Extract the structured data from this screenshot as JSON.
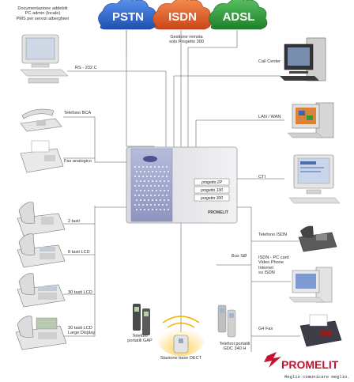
{
  "clouds": [
    {
      "id": "pstn",
      "label": "PSTN",
      "color": "#2f6fd0"
    },
    {
      "id": "isdn",
      "label": "ISDN",
      "color": "#e8642a"
    },
    {
      "id": "adsl",
      "label": "ADSL",
      "color": "#2f9e3a"
    }
  ],
  "labels": {
    "admin_pc": [
      "Documentazione addebiti",
      "PC admin (locale)",
      "PMS per servizi alberghieri"
    ],
    "rs232": "RS - 232 C",
    "remote": [
      "Gestione remota",
      "solo Progetto 300"
    ],
    "call_center": "Call Center",
    "lan_wan": "LAN / WAN",
    "telefono_bca": "Telefono BCA",
    "fax_analogico": "Fax analogico",
    "cti": "CTI",
    "due_tasti": "2 tasti",
    "otto_tasti": "8 tasti LCD",
    "trenta_tasti": "30 tasti LCD",
    "trenta_tasti_large": [
      "30 tasti LCD",
      "Large Display"
    ],
    "telefono_isdn": "Telefono ISDN",
    "bus": "Bus SØ",
    "isdn_pc_card": [
      "ISDN - PC card",
      "Video Phone",
      "Internet",
      "su ISDN"
    ],
    "g4_fax": "G4 Fax",
    "telefoni_gap": [
      "Telefoni",
      "portatili GAP"
    ],
    "stazione_dect": "Stazione base DECT",
    "telefoni_gdc": [
      "Telefoni portatili",
      "GDC 340 H"
    ]
  },
  "pbx": {
    "tags": [
      "progetto 2P",
      "progetto 100",
      "progetto 300"
    ],
    "brand": "PROMELIT"
  },
  "logo": {
    "word": "PROMELIT",
    "tagline": "Meglio comunicare meglio."
  },
  "colors": {
    "line": "#8a8a8a",
    "brand_red": "#c8102e",
    "pbx_body": "#e9e9ec",
    "pbx_panel": "#9aa2c8"
  }
}
